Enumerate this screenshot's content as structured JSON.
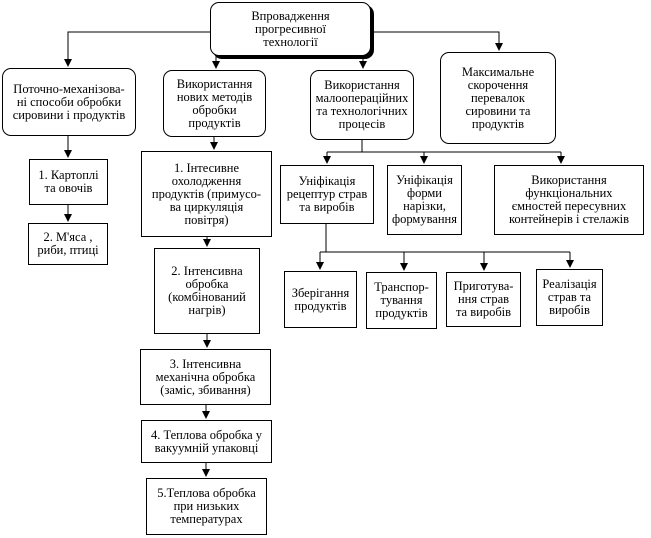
{
  "diagram": {
    "nodes": {
      "root": "Впровадження\nпрогресивної\nтехнології",
      "flow_methods": "Поточно-механізова-\nні способи обробки\nсировини і продуктів",
      "potatoes": "1. Картоплі\nта овочів",
      "meat": "2. М'яса ,\nриби, птиці",
      "new_methods": "Використання\nнових методів\nобробки\nпродуктів",
      "intensive_cooling": "1. Інтесивне\nохолодження\nпродуктів (примусо-\nва циркуляція\nповітря)",
      "intensive_processing": "2. Інтенсивна\nобробка\n(комбінований\nнагрів)",
      "mechanical_processing": "3. Інтенсивна\nмеханічна обробка\n(заміс, збивання)",
      "vacuum_heat": "4. Теплова обробка у\nвакуумній упаковці",
      "low_temp": "5.Теплова обробка\nпри низьких\nтемпературах",
      "low_operation": "Використання\nмалоопераційних\nта технологічних\nпроцесів",
      "max_reduction": "Максимальне\nскорочення\nперевалок\nсировини та\nпродуктів",
      "unif_recipes": "Уніфікація\nрецептур страв\nта виробів",
      "unif_cutting": "Уніфікація\nформи\nнарізки,\nформування",
      "containers": "Використання\nфункціональних\nємностей пересувних\nконтейнерів і стелажів",
      "storage": "Зберігання\nпродуктів",
      "transport": "Транспор-\nтування\nпродуктів",
      "cooking": "Приготува-\nння страв\nта виробів",
      "sale": "Реалізація\nстрав та\nвиробів"
    }
  }
}
